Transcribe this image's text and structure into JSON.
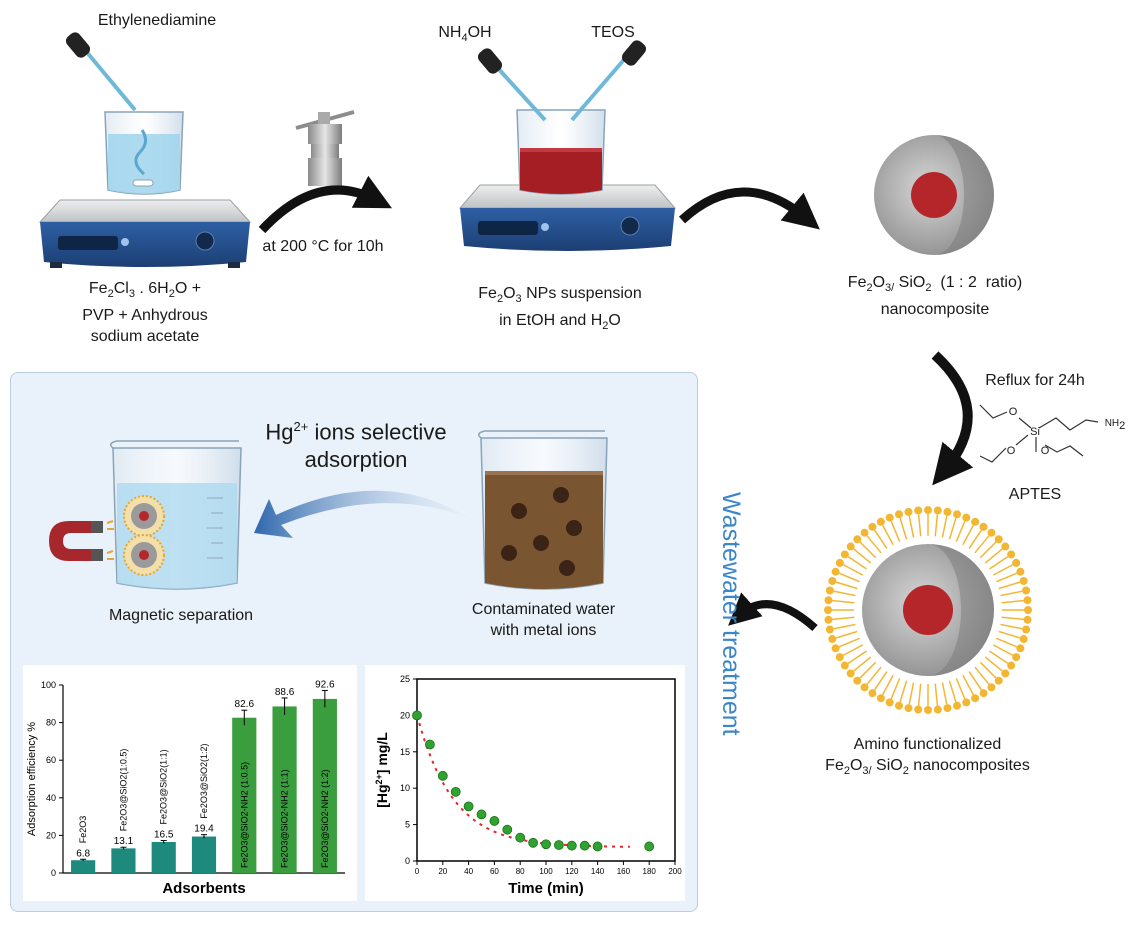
{
  "scheme": {
    "reagent_ethylenediamine": "Ethylenediamine",
    "reagent_nh4oh_main": "NH",
    "reagent_nh4oh_sub": "4",
    "reagent_nh4oh_tail": "OH",
    "reagent_teos": "TEOS",
    "step1_line1_a": "Fe",
    "step1_line1_s1": "2",
    "step1_line1_b": "Cl",
    "step1_line1_s2": "3",
    "step1_line1_c": " . 6H",
    "step1_line1_s3": "2",
    "step1_line1_d": "O +",
    "step1_line2": "PVP + Anhydrous",
    "step1_line3": "sodium acetate",
    "autoclave_condition": "at 200 °C for 10h",
    "step2_line1_a": "Fe",
    "step2_line1_s1": "2",
    "step2_line1_b": "O",
    "step2_line1_s2": "3",
    "step2_line1_c": " NPs suspension",
    "step2_line2_a": "in EtOH and H",
    "step2_line2_s": "2",
    "step2_line2_b": "O",
    "step3_line1_a": "Fe",
    "step3_line1_s1": "2",
    "step3_line1_b": "O",
    "step3_line1_s2": "3/",
    "step3_line1_c": " SiO",
    "step3_line1_s3": "2",
    "step3_line1_d": "  (1 : 2  ratio)",
    "step3_line2": "nanocomposite",
    "reflux": "Reflux for 24h",
    "aptes": "APTES",
    "aptes_nh2": "NH",
    "aptes_nh2_sub": "2",
    "aptes_si": "Si",
    "aptes_o": "O",
    "step4_line1": "Amino functionalized",
    "step4_line2_a": "Fe",
    "step4_line2_s1": "2",
    "step4_line2_b": "O",
    "step4_line2_s2": "3/",
    "step4_line2_c": " SiO",
    "step4_line2_s3": "2",
    "step4_line2_d": " nanocomposites",
    "side_title": "Wastewater treatment",
    "colors": {
      "arrow": "#111111",
      "core": "#b5262b",
      "shell": "#bdbdbd",
      "ligand": "#f2b632",
      "side_title": "#3a86c8",
      "liquid_red": "#a51e23",
      "liquid_blue": "#9fd3ec",
      "liquid_brown": "#7a5532"
    }
  },
  "panel": {
    "title_a": "Hg",
    "title_sup": "2+",
    "title_b": " ions selective",
    "title_line2": "adsorption",
    "left_caption": "Magnetic separation",
    "right_caption_line1": "Contaminated water",
    "right_caption_line2": "with metal ions"
  },
  "chart_data": [
    {
      "type": "bar",
      "ylabel": "Adsorption efficiency %",
      "xlabel": "Adsorbents",
      "ylim": [
        0,
        100
      ],
      "yticks": [
        "0",
        "20",
        "40",
        "60",
        "80",
        "100"
      ],
      "categories": [
        "Fe2O3",
        "Fe2O3@SiO2(1:0.5)",
        "Fe2O3@SiO2(1:1)",
        "Fe2O3@SiO2(1:2)",
        "Fe2O3@SiO2-NH2 (1:0.5)",
        "Fe2O3@SiO2-NH2 (1:1)",
        "Fe2O3@SiO2-NH2 (1:2)"
      ],
      "values": [
        6.8,
        13.1,
        16.5,
        19.4,
        82.6,
        88.6,
        92.6
      ],
      "errors": [
        0.5,
        0.6,
        0.8,
        1.0,
        4.0,
        4.5,
        4.5
      ],
      "value_labels": [
        "6.8",
        "13.1",
        "16.5",
        "19.4",
        "82.6",
        "88.6",
        "92.6"
      ],
      "colors": {
        "teal": "#1e8a7e",
        "green": "#3a9e3e"
      }
    },
    {
      "type": "scatter",
      "xlabel": "Time (min)",
      "ylabel_a": "[Hg",
      "ylabel_sup": "2+",
      "ylabel_b": "] mg/L",
      "xlim": [
        0,
        200
      ],
      "ylim": [
        0,
        25
      ],
      "xticks": [
        "0",
        "20",
        "40",
        "60",
        "80",
        "100",
        "120",
        "140",
        "160",
        "180",
        "200"
      ],
      "yticks": [
        "0",
        "5",
        "10",
        "15",
        "20",
        "25"
      ],
      "x": [
        0,
        10,
        20,
        30,
        40,
        50,
        60,
        70,
        80,
        90,
        100,
        110,
        120,
        130,
        140,
        180
      ],
      "y": [
        20,
        16,
        11.7,
        9.5,
        7.5,
        6.4,
        5.5,
        4.3,
        3.2,
        2.5,
        2.3,
        2.2,
        2.1,
        2.1,
        2.0,
        2.0
      ],
      "fit_curve": "exponential decay, red dashed",
      "colors": {
        "point": "#2fa32f",
        "fit": "#e0262b"
      }
    }
  ]
}
